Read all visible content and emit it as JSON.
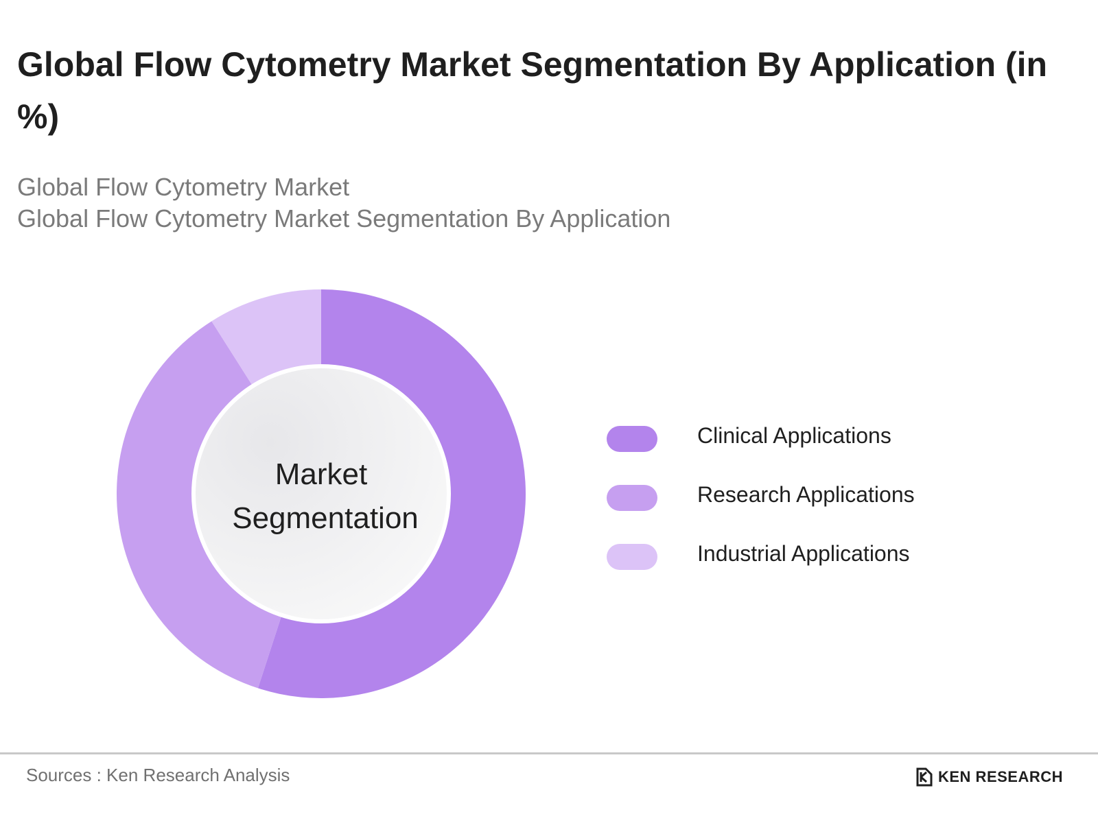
{
  "page": {
    "title": "Global Flow Cytometry Market Segmentation By Application (in %)",
    "subtitle_line1": "Global Flow Cytometry Market",
    "subtitle_line2": "Global Flow Cytometry Market Segmentation By Application",
    "source": "Sources : Ken Research Analysis",
    "logo_text": "KEN RESEARCH"
  },
  "chart_data": {
    "type": "pie",
    "variant": "donut",
    "title": "Global Flow Cytometry Market Segmentation By Application (in %)",
    "center_label": [
      "Market",
      "Segmentation"
    ],
    "categories": [
      "Clinical Applications",
      "Research Applications",
      "Industrial Applications"
    ],
    "values": [
      55,
      36,
      9
    ],
    "colors": [
      "#b384ec",
      "#c69ff0",
      "#dcc3f7"
    ],
    "legend_position": "right"
  }
}
